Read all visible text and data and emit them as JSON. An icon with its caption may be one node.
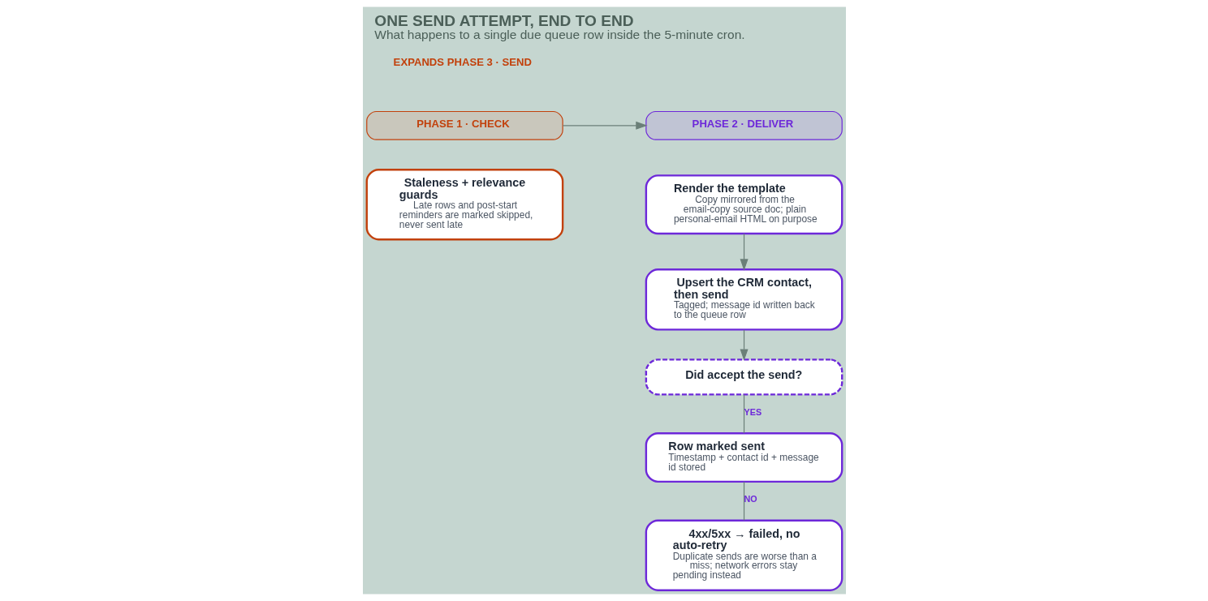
{
  "diagram": {
    "title": "ONE SEND ATTEMPT, END TO END",
    "caption": "What happens to a single due queue row inside the 5-minute cron.",
    "nodes": [
      {
        "text": [
          "PHASE 1 · CHECK"
        ]
      },
      {
        "text": [
          "PHASE 2 · DELIVER"
        ]
      },
      {
        "text": [
          "Staleness + relevance guards",
          "Late rows and post-start reminders are marked skipped, never sent late"
        ]
      },
      {
        "text": [
          "Render the template",
          "Copy mirrored from the email-copy source doc; plain personal-email HTML on purpose"
        ]
      },
      {
        "text": [
          "Upsert the CRM contact, then send",
          "Tagged; message id written back to the queue row"
        ]
      },
      {
        "text": [
          "Did accept the send?"
        ]
      },
      {
        "text": [
          "Row marked sent",
          "Timestamp + contact id + message id stored"
        ]
      },
      {
        "text": [
          "4xx/5xx → failed, no auto-retry",
          "Duplicate sends are worse than a miss; network errors stay pending instead"
        ]
      }
    ],
    "edges": [
      {
        "from": 0,
        "to": 1,
        "arrow": "to"
      },
      {
        "from": 3,
        "to": 4,
        "arrow": "to"
      },
      {
        "from": 4,
        "to": 5,
        "arrow": "to"
      },
      {
        "from": 5,
        "to": 6,
        "arrow": "none",
        "label": "YES"
      },
      {
        "from": 6,
        "to": 7,
        "arrow": "none",
        "label": "NO"
      }
    ],
    "labels": [
      "EXPANDS PHASE 3 · SEND"
    ]
  }
}
